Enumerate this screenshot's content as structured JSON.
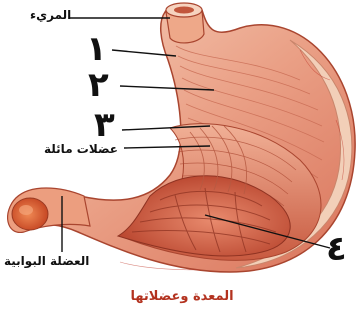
{
  "labels": {
    "esophagus": "المريء",
    "layer1": "١",
    "layer2": "٢",
    "layer3": "٣",
    "oblique_muscles": "عضلات مائلة",
    "layer4": "٤",
    "pyloric_sphincter": "العضلة البوابية"
  },
  "caption": "المعدة وعضلاتها",
  "colors": {
    "muscle_light": "#f6c7ad",
    "muscle_mid": "#e58f72",
    "muscle_dark": "#b84a33",
    "lumen": "#d9624a",
    "pylorus": "#e0552e",
    "caption": "#b3321f"
  }
}
